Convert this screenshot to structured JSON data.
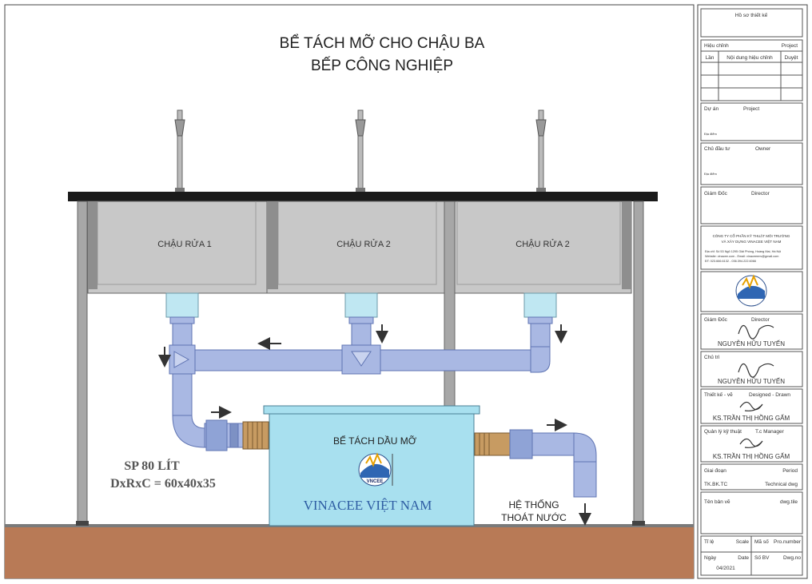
{
  "drawing": {
    "title_line1": "BỂ TÁCH MỠ CHO CHẬU BA",
    "title_line2": "BẾP CÔNG NGHIỆP",
    "sinks": [
      "CHẬU RỬA 1",
      "CHẬU RỬA 2",
      "CHẬU RỬA 2"
    ],
    "tank_label": "BỂ TÁCH DẦU MỠ",
    "brand": "VINACEE VIỆT NAM",
    "logo_text": "VNCEE",
    "spec_capacity": "SP 80 LÍT",
    "spec_dims": "DxRxC = 60x40x35",
    "drain_line1": "HỆ THỐNG",
    "drain_line2": "THOÁT NƯỚC"
  },
  "title_block": {
    "file_label": "Hồ sơ thiết kế",
    "revision_vn": "Hiệu chỉnh",
    "revision_en": "Project",
    "rev_col_time": "Lần",
    "rev_col_content": "Nội dung hiệu chỉnh",
    "rev_col_approved": "Duyệt",
    "project_vn": "Dự án",
    "project_en": "Project",
    "project_location": "Địa điểm",
    "owner_vn": "Chủ đầu tư",
    "owner_en": "Owner",
    "owner_location": "Địa điểm",
    "director_vn": "Giám Đốc",
    "director_en": "Director",
    "company_line1": "CÔNG TY CỔ PHẦN KỸ THUẬT MÔI TRƯỜNG",
    "company_line2": "VÀ XÂY DỰNG VINACEE VIỆT NAM",
    "company_addr": "Địa chỉ: Số 53 Ngõ 1295 Giải Phóng, Hoàng Mai, Hà Nội",
    "company_web": "Website: vinacee.com - Email: vinaceeenv@gmail.com",
    "company_phone": "ĐT: 023.666.6132 - 036.394.222.6066",
    "sign1_vn": "Giám Đốc",
    "sign1_en": "Director",
    "sign1_name": "NGUYỄN HỮU TUYẾN",
    "sign2_vn": "Chủ trì",
    "sign2_name": "NGUYỄN HỮU TUYẾN",
    "sign3_vn": "Thiết kế - vẽ",
    "sign3_en": "Designed - Drawn",
    "sign3_name": "KS.TRẦN THỊ HỒNG GẤM",
    "sign4_vn": "Quản lý kỹ thuật",
    "sign4_en": "T.c Manager",
    "sign4_name": "KS.TRẦN THỊ HỒNG GẤM",
    "period_vn": "Giai đoạn",
    "period_en": "Period",
    "period_value_vn": "TK.BK.TC",
    "period_value_en": "Technical dwg",
    "drawing_name_vn": "Tên bản vẽ",
    "drawing_name_en": "dwg.tile",
    "scale_vn": "Tỉ lệ",
    "scale_en": "Scale",
    "code_vn": "Mã số",
    "code_en": "Pro.number",
    "date_vn": "Ngày",
    "date_en": "Date",
    "sheet_vn": "Số BV",
    "sheet_en": "Dwg.no",
    "date_value": "04/2021"
  },
  "colors": {
    "pipe": "#a9b8e3",
    "pipe_edge": "#5f74b3",
    "sink": "#c8c8c8",
    "tank": "#a8e0ef",
    "ground": "#b87a56",
    "countertop": "#1a1a1a"
  }
}
